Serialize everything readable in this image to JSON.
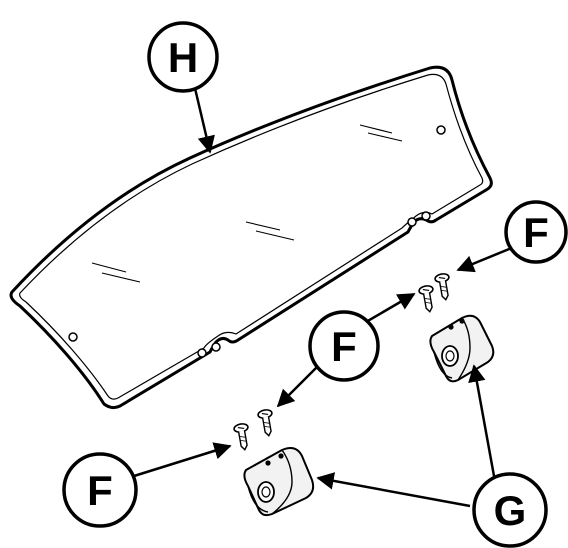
{
  "diagram": {
    "stroke_color": "#000000",
    "fill_color": "#ffffff",
    "part_fill": "#f2f2f2",
    "callouts": {
      "h": "H",
      "f_top_right": "F",
      "f_middle": "F",
      "f_bottom_left": "F",
      "g": "G"
    }
  }
}
